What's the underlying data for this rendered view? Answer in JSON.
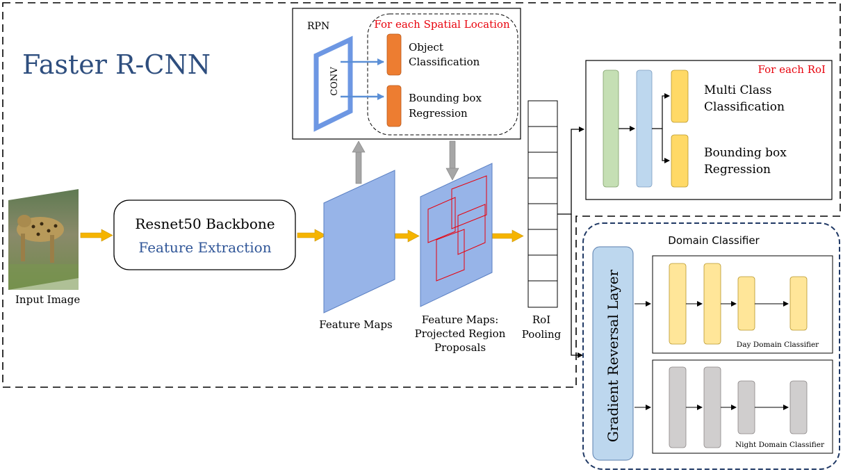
{
  "title": "Faster R-CNN",
  "input": {
    "label": "Input Image"
  },
  "backbone": {
    "line1": "Resnet50 Backbone",
    "line2": "Feature Extraction"
  },
  "feature_maps": {
    "label": "Feature Maps"
  },
  "projected": {
    "line1": "Feature Maps:",
    "line2": "Projected Region",
    "line3": "Proposals"
  },
  "rpn": {
    "label": "RPN",
    "conv": "CONV",
    "spatial_title": "For each Spatial Location",
    "obj_line1": "Object",
    "obj_line2": "Classification",
    "bbox_line1": "Bounding box",
    "bbox_line2": "Regression"
  },
  "roi_pooling": {
    "line1": "RoI",
    "line2": "Pooling"
  },
  "head": {
    "title": "For each RoI",
    "cls_line1": "Multi Class",
    "cls_line2": "Classification",
    "bbox_line1": "Bounding box",
    "bbox_line2": "Regression"
  },
  "domain": {
    "title": "Domain Classifier",
    "grl": "Gradient Reversal Layer",
    "day": "Day Domain Classifier",
    "night": "Night Domain Classifier"
  },
  "colors": {
    "title": "#2e4e7e",
    "red": "#e8000b",
    "arrow_yellow": "#f5b400",
    "feature_blue": "#97b4e8",
    "conv_blue": "#6d97e3",
    "orange": "#ed7d31",
    "green": "#c5dfb4",
    "light_blue": "#bdd7ee",
    "yellow": "#ffd966",
    "yellow_light": "#ffe699",
    "grey": "#d0cece",
    "grl_fill": "#bdd7ee",
    "navy": "#1f3864"
  }
}
